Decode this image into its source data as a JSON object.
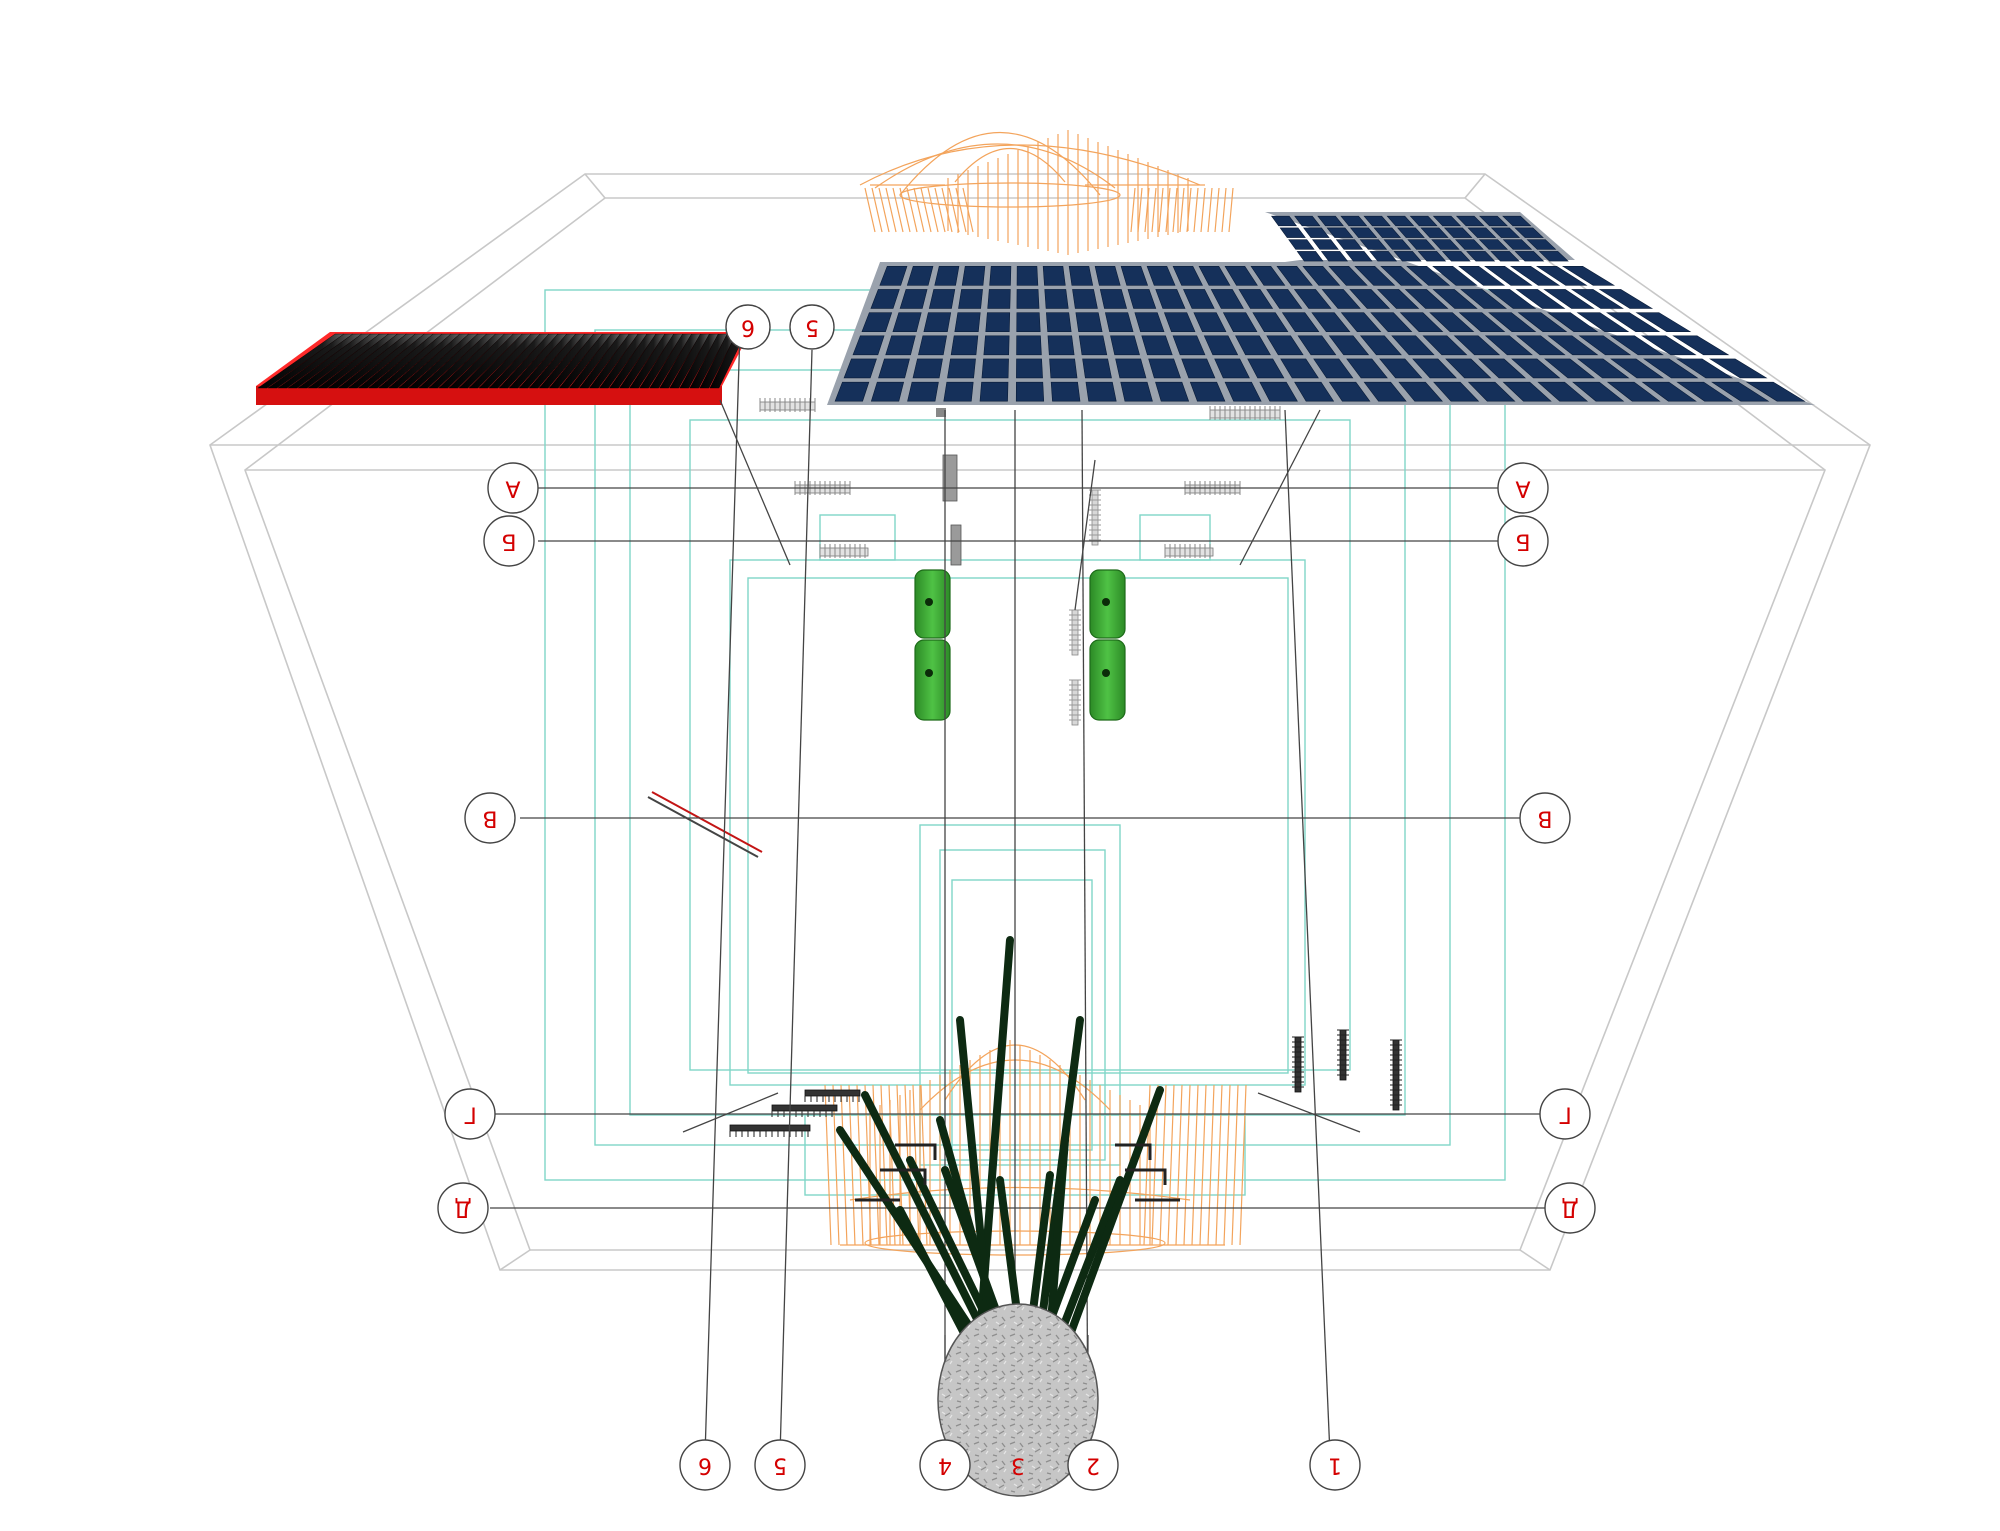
{
  "diagram": {
    "row_labels": {
      "A": "А",
      "B": "Б",
      "V": "В",
      "G": "Г",
      "D": "Д"
    },
    "column_labels": {
      "c1": "1",
      "c2": "2",
      "c3": "3",
      "c4": "4",
      "c5": "5",
      "c6": "6"
    },
    "colors": {
      "room_outline": "#c8c8c8",
      "inner_outline": "#7fd6c8",
      "solar_panel": "#15305a",
      "solar_frame": "#9aa2ad",
      "heat_collector_base": "#ff1a1a",
      "heat_collector_tubes": "#111111",
      "water_tanks": "#3aa832",
      "wireframe_dome": "#f3a45c",
      "plant_stalks": "#0d2a12",
      "stone_base": "#bdbdbd",
      "callout_text": "#d40000"
    }
  }
}
